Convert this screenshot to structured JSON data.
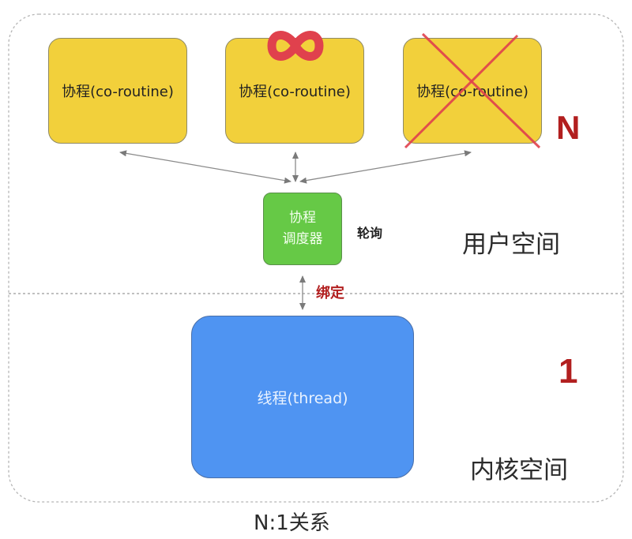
{
  "coroutines": [
    {
      "label": "协程(co-routine)"
    },
    {
      "label": "协程(co-routine)"
    },
    {
      "label": "协程(co-routine)"
    }
  ],
  "scheduler": {
    "line1": "协程",
    "line2": "调度器"
  },
  "thread": {
    "label": "线程(thread)"
  },
  "labels": {
    "poll": "轮询",
    "bind": "绑定",
    "user_space": "用户空间",
    "kernel_space": "内核空间",
    "n": "N",
    "one": "1"
  },
  "caption": "N:1关系",
  "colors": {
    "coroutine": "#f2d03b",
    "scheduler": "#66c946",
    "thread": "#4f94f2",
    "accent_red": "#b21f1f",
    "cross_red": "#e0414d"
  },
  "icons": {
    "infinity": "infinity-icon",
    "cross": "cross-mark-icon"
  }
}
